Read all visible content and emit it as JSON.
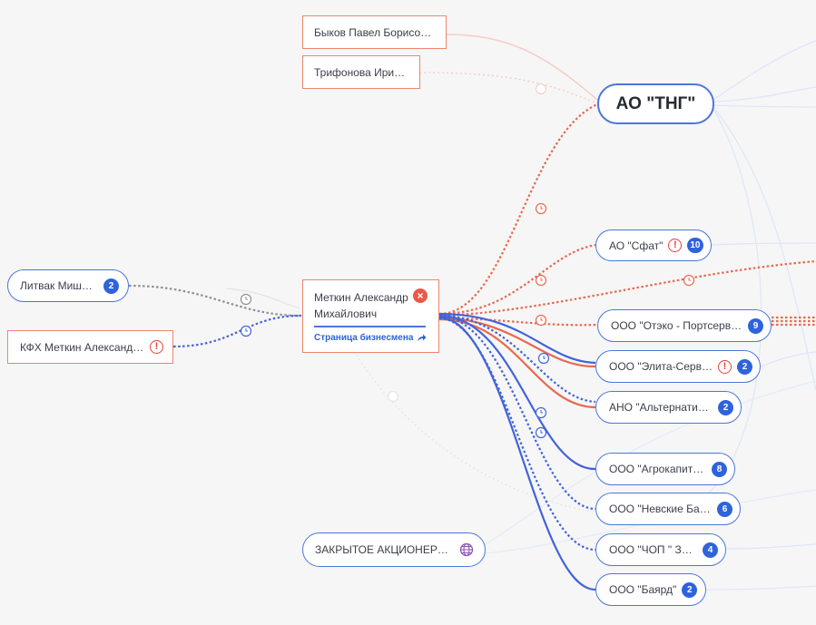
{
  "main_org": {
    "label": "АО \"ТНГ\""
  },
  "center_person": {
    "name": "Меткин Александр Михайлович",
    "link_label": "Страница бизнесмена",
    "close_icon": "close-icon",
    "link_icon": "share-arrow-icon"
  },
  "top_persons": [
    {
      "label": "Быков Павел Борисович"
    },
    {
      "label": "Трифонова Ирина..."
    }
  ],
  "left_nodes": [
    {
      "label": "Литвак Мишель",
      "badge": "2"
    },
    {
      "label": "КФХ Меткин Александр...",
      "warning": true
    }
  ],
  "bottom_left_org": {
    "label": "ЗАКРЫТОЕ АКЦИОНЕРНОЕ...",
    "icon": "globe-icon"
  },
  "right_orgs": [
    {
      "label": "АО \"Сфат\"",
      "warning": true,
      "badge": "10"
    },
    {
      "label": "ООО \"Отэко - Портсервис\"",
      "badge": "9"
    },
    {
      "label": "ООО \"Элита-Сервис\"",
      "warning": true,
      "badge": "2"
    },
    {
      "label": "АНО \"Альтернатива\"",
      "badge": "2"
    },
    {
      "label": "ООО \"Агрокапитал\"",
      "badge": "8"
    },
    {
      "label": "ООО \"Невские Бани\"",
      "badge": "6"
    },
    {
      "label": "ООО \"ЧОП \" Зевс\"",
      "badge": "4"
    },
    {
      "label": "ООО \"Баярд\"",
      "badge": "2"
    }
  ],
  "colors": {
    "person_border": "#ec8570",
    "org_border": "#4c76d9",
    "badge": "#2f63dc",
    "warning": "#e2423b",
    "gray_link": "#8f8f8f"
  }
}
